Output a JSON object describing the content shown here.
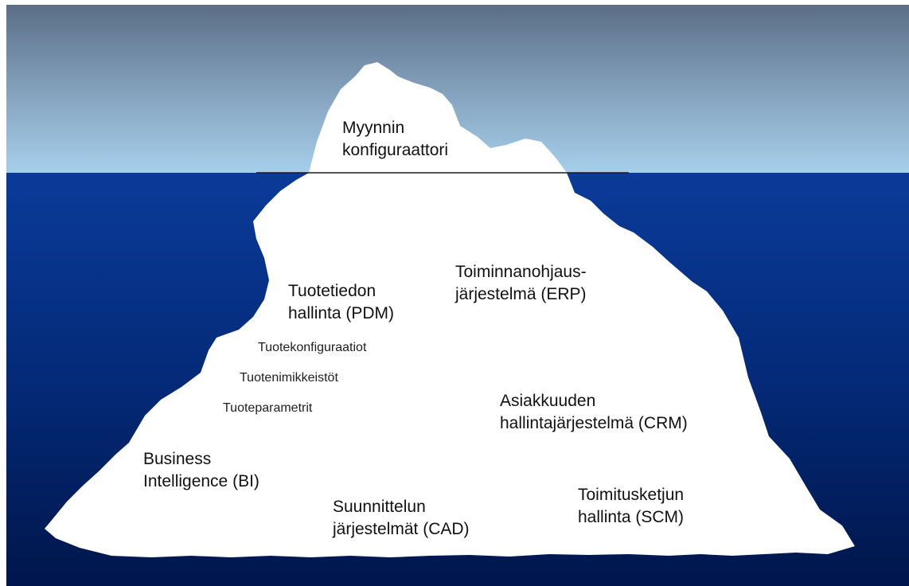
{
  "colors": {
    "sky_top": "#5a6e86",
    "sky_bottom": "#a6cfeb",
    "water_top": "#0a3b9a",
    "water_bottom": "#00164b",
    "iceberg": "#ffffff",
    "text": "#111111"
  },
  "labels": {
    "sales_configurator": {
      "line1": "Myynnin",
      "line2": "konfiguraattori"
    },
    "pdm": {
      "line1": "Tuotetiedon",
      "line2": "hallinta (PDM)"
    },
    "pdm_items": [
      "Tuotekonfiguraatiot",
      "Tuotenimikkeistöt",
      "Tuoteparametrit"
    ],
    "erp": {
      "line1": "Toiminnanohjaus-",
      "line2": "järjestelmä (ERP)"
    },
    "crm": {
      "line1": "Asiakkuuden",
      "line2": "hallintajärjestelmä (CRM)"
    },
    "bi": {
      "line1": "Business",
      "line2": "Intelligence (BI)"
    },
    "cad": {
      "line1": "Suunnittelun",
      "line2": "järjestelmät (CAD)"
    },
    "scm": {
      "line1": "Toimitusketjun",
      "line2": "hallinta (SCM)"
    }
  }
}
